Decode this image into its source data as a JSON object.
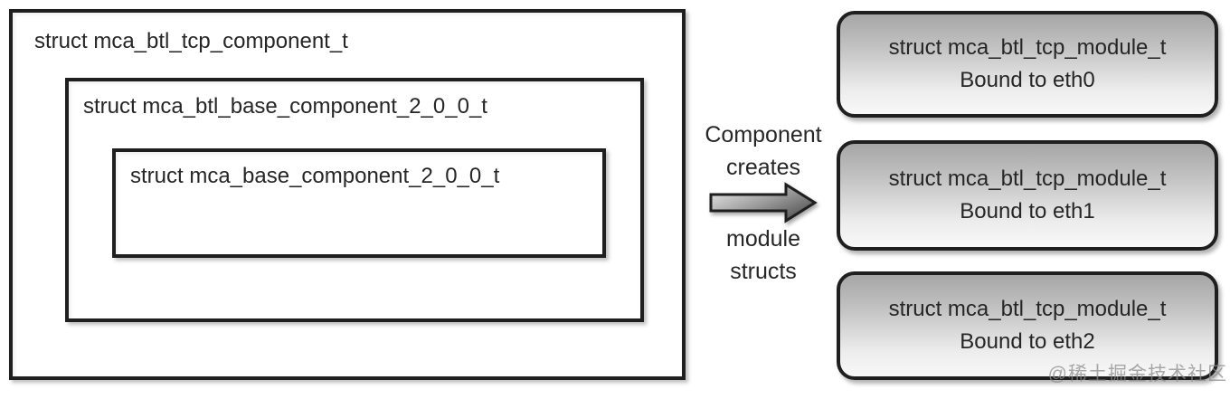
{
  "diagram": {
    "component_box": {
      "label": "struct mca_btl_tcp_component_t"
    },
    "base_component_box": {
      "label": "struct mca_btl_base_component_2_0_0_t"
    },
    "inner_base_box": {
      "label": "struct mca_base_component_2_0_0_t"
    },
    "arrow": {
      "label_top_1": "Component",
      "label_top_2": "creates",
      "label_bottom_1": "module",
      "label_bottom_2": "structs"
    },
    "modules": [
      {
        "line1": "struct mca_btl_tcp_module_t",
        "line2": "Bound to eth0"
      },
      {
        "line1": "struct mca_btl_tcp_module_t",
        "line2": "Bound to eth1"
      },
      {
        "line1": "struct mca_btl_tcp_module_t",
        "line2": "Bound to eth2"
      }
    ],
    "colors": {
      "border": "#1f1f1f",
      "text": "#262626",
      "module_gradient_top": "#a6a6a6",
      "module_gradient_bottom": "#f8f8f8",
      "arrow_gradient_start": "#f2f2f2",
      "arrow_gradient_end": "#4d4d4d"
    }
  },
  "watermark": {
    "text": "@稀土掘金技术社区"
  }
}
